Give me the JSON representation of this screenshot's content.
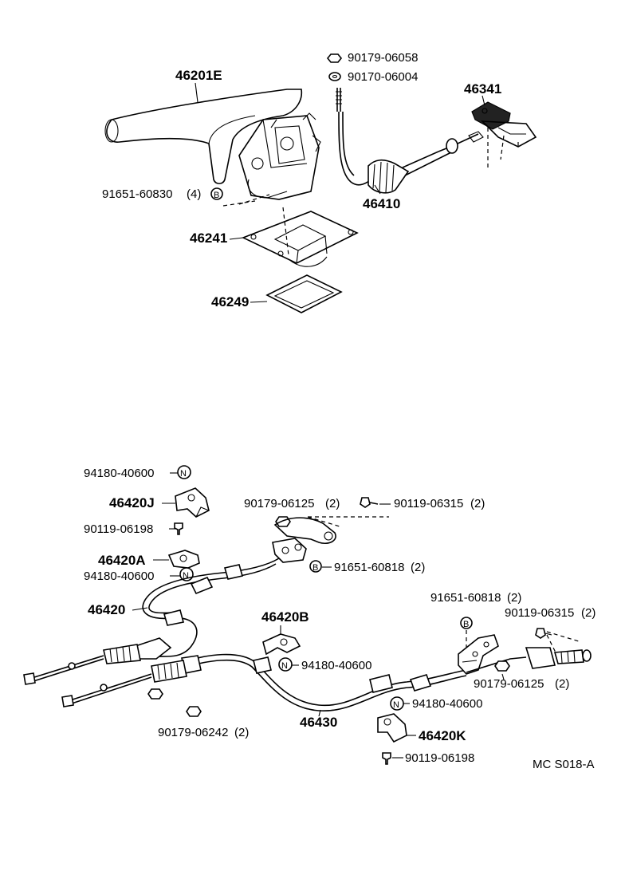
{
  "diagram_code": "MC S018-A",
  "symbols": {
    "B": "B",
    "N": "N"
  },
  "upper": {
    "lever": "46201E",
    "bolt": "91651-60830",
    "bolt_qty": "(4)",
    "boot_plate": "46241",
    "seal": "46249",
    "nut1": "90179-06058",
    "washer1": "90170-06004",
    "equalizer": "46341",
    "front_cable": "46410"
  },
  "lower": {
    "clamp_j_nut": "94180-40600",
    "clamp_j": "46420J",
    "clamp_j_bolt": "90119-06198",
    "nut_a": "90179-06125",
    "nut_a_qty": "(2)",
    "bolt_a": "90119-06315",
    "bolt_a_qty": "(2)",
    "bolt_b": "91651-60818",
    "bolt_b_qty": "(2)",
    "clamp_a": "46420A",
    "clamp_a_nut": "94180-40600",
    "cable_no2": "46420",
    "clamp_b": "46420B",
    "clamp_b_nut": "94180-40600",
    "nut_c": "90179-06242",
    "nut_c_qty": "(2)",
    "cable_no3": "46430",
    "bolt_c": "91651-60818",
    "bolt_c_qty": "(2)",
    "bolt_d": "90119-06315",
    "bolt_d_qty": "(2)",
    "nut_d": "90179-06125",
    "nut_d_qty": "(2)",
    "clamp_k_nut": "94180-40600",
    "clamp_k": "46420K",
    "clamp_k_bolt": "90119-06198"
  }
}
